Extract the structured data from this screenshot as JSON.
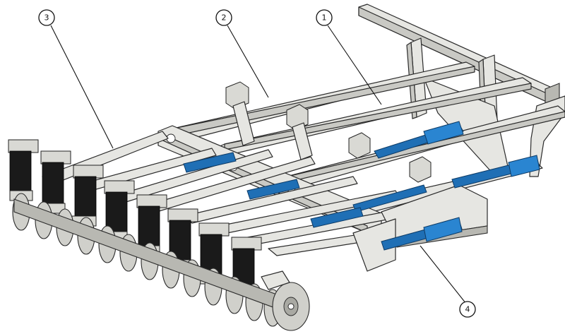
{
  "callouts": [
    {
      "id": "1",
      "label": "1"
    },
    {
      "id": "2",
      "label": "2"
    },
    {
      "id": "3",
      "label": "3"
    },
    {
      "id": "4",
      "label": "4"
    }
  ],
  "colors": {
    "frame": "#e6e6e2",
    "frame_shadow": "#c9c9c4",
    "hydraulic_cylinder": "#1f6fb5",
    "spring": "#1a1a1a",
    "outline": "#2b2b2b"
  }
}
